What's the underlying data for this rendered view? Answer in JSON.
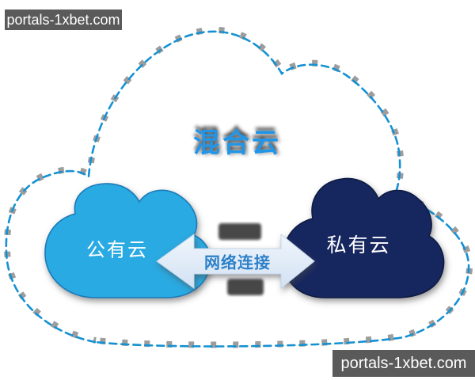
{
  "watermarks": {
    "top_left": "portals-1xbet.com",
    "bottom_right": "portals-1xbet.com"
  },
  "diagram": {
    "title": "混合云",
    "public_cloud_label": "公有云",
    "private_cloud_label": "私有云",
    "connection_label": "网络连接"
  },
  "colors": {
    "watermark_bg": "#5a5a5a",
    "watermark_text": "#ffffff",
    "title_blue": "#2196e8",
    "outline_dash": "#1591d3",
    "outline_shadow": "#4d4d4d",
    "public_cloud_fill": "#29aae2",
    "public_cloud_stroke": "#1a7ab8",
    "private_cloud_fill": "#16265f",
    "private_cloud_stroke": "#0d1a42",
    "arrow_fill_light": "#f0f6fc",
    "arrow_fill_dark": "#d2e1f3",
    "arrow_outline": "#c4d6ea",
    "arrow_label_blue": "#2d80c8",
    "cloud_label_text": "#ffffff",
    "artifact_dark": "#2d2d2d"
  }
}
